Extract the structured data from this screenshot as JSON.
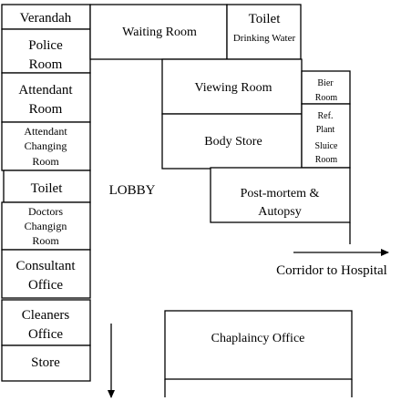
{
  "rooms": {
    "verandah": "Verandah",
    "police_room": [
      "Police",
      "Room"
    ],
    "attendant_room": [
      "Attendant",
      "Room"
    ],
    "attendant_changing_room": [
      "Attendant",
      "Changing",
      "Room"
    ],
    "toilet_left": "Toilet",
    "doctors_changing_room": [
      "Doctors",
      "Changign",
      "Room"
    ],
    "consultant_office": [
      "Consultant",
      "Office"
    ],
    "cleaners_office": [
      "Cleaners",
      "Office"
    ],
    "store": "Store",
    "waiting_room": "Waiting Room",
    "toilet_top": "Toilet",
    "drinking_water": "Drinking Water",
    "viewing_room": "Viewing Room",
    "body_store": "Body Store",
    "bier_room": [
      "Bier",
      "Room"
    ],
    "ref_plant": [
      "Ref.",
      "Plant"
    ],
    "sluice_room": [
      "Sluice",
      "Room"
    ],
    "post_mortem": [
      "Post-mortem &",
      "Autopsy"
    ],
    "chaplaincy_office": "Chaplaincy Office"
  },
  "areas": {
    "lobby": "LOBBY",
    "corridor": "Corridor to Hospital"
  },
  "colors": {
    "line": "#000000",
    "background": "#ffffff"
  }
}
